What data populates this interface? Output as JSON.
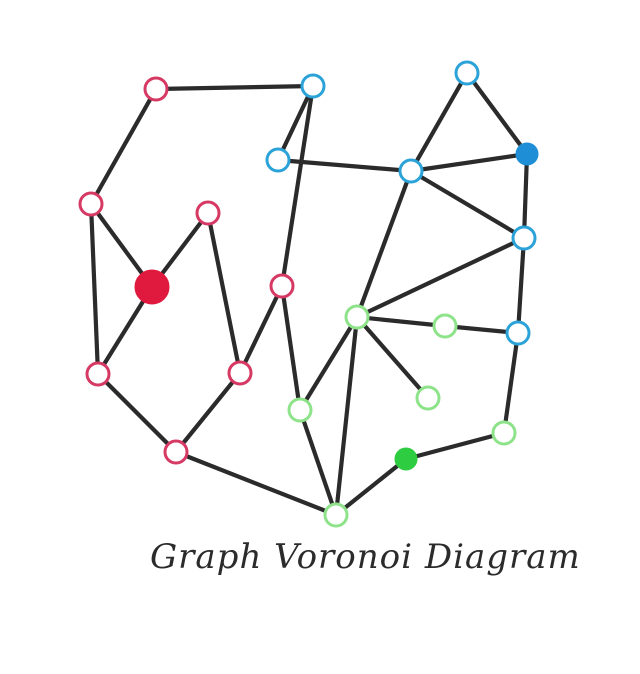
{
  "title": "Graph Voronoi Diagram",
  "colors": {
    "edge": "#2b2b2b",
    "red": "#d63a64",
    "red_center": "#e01a3f",
    "blue": "#2ba3d9",
    "blue_center": "#1e8fd6",
    "green": "#8ee38a",
    "green_center": "#2ecc40",
    "background": "#ffffff"
  },
  "graph": {
    "nodes": [
      {
        "id": "r1",
        "group": "red",
        "center": false
      },
      {
        "id": "r2",
        "group": "red",
        "center": false
      },
      {
        "id": "r3",
        "group": "red",
        "center": false
      },
      {
        "id": "r4",
        "group": "red",
        "center": true
      },
      {
        "id": "r5",
        "group": "red",
        "center": false
      },
      {
        "id": "r6",
        "group": "red",
        "center": false
      },
      {
        "id": "r7",
        "group": "red",
        "center": false
      },
      {
        "id": "r8",
        "group": "red",
        "center": false
      },
      {
        "id": "b1",
        "group": "blue",
        "center": false
      },
      {
        "id": "b2",
        "group": "blue",
        "center": false
      },
      {
        "id": "b3",
        "group": "blue",
        "center": false
      },
      {
        "id": "b4",
        "group": "blue",
        "center": false
      },
      {
        "id": "b5",
        "group": "blue",
        "center": true
      },
      {
        "id": "b6",
        "group": "blue",
        "center": false
      },
      {
        "id": "b7",
        "group": "blue",
        "center": false
      },
      {
        "id": "g1",
        "group": "green",
        "center": false
      },
      {
        "id": "g2",
        "group": "green",
        "center": false
      },
      {
        "id": "g3",
        "group": "green",
        "center": false
      },
      {
        "id": "g4",
        "group": "green",
        "center": false
      },
      {
        "id": "g5",
        "group": "green",
        "center": false
      },
      {
        "id": "g6",
        "group": "green",
        "center": true
      },
      {
        "id": "g7",
        "group": "green",
        "center": false
      }
    ],
    "edges": [
      [
        "r1",
        "r2"
      ],
      [
        "r1",
        "b1"
      ],
      [
        "r2",
        "r4"
      ],
      [
        "r2",
        "r5"
      ],
      [
        "r3",
        "r4"
      ],
      [
        "r3",
        "r6"
      ],
      [
        "r4",
        "r5"
      ],
      [
        "r5",
        "r8"
      ],
      [
        "r8",
        "r6"
      ],
      [
        "r6",
        "r7"
      ],
      [
        "r7",
        "b1"
      ],
      [
        "r7",
        "g2"
      ],
      [
        "r8",
        "g7"
      ],
      [
        "b1",
        "b2"
      ],
      [
        "b2",
        "b4"
      ],
      [
        "b3",
        "b4"
      ],
      [
        "b3",
        "b5"
      ],
      [
        "b4",
        "b5"
      ],
      [
        "b4",
        "b6"
      ],
      [
        "b5",
        "b6"
      ],
      [
        "b4",
        "g1"
      ],
      [
        "b6",
        "g1"
      ],
      [
        "b6",
        "b7"
      ],
      [
        "b7",
        "g5"
      ],
      [
        "g1",
        "g3"
      ],
      [
        "g3",
        "b7"
      ],
      [
        "g1",
        "g4"
      ],
      [
        "g1",
        "g2"
      ],
      [
        "g1",
        "g7"
      ],
      [
        "g2",
        "g7"
      ],
      [
        "g5",
        "g6"
      ],
      [
        "g6",
        "g7"
      ]
    ]
  }
}
